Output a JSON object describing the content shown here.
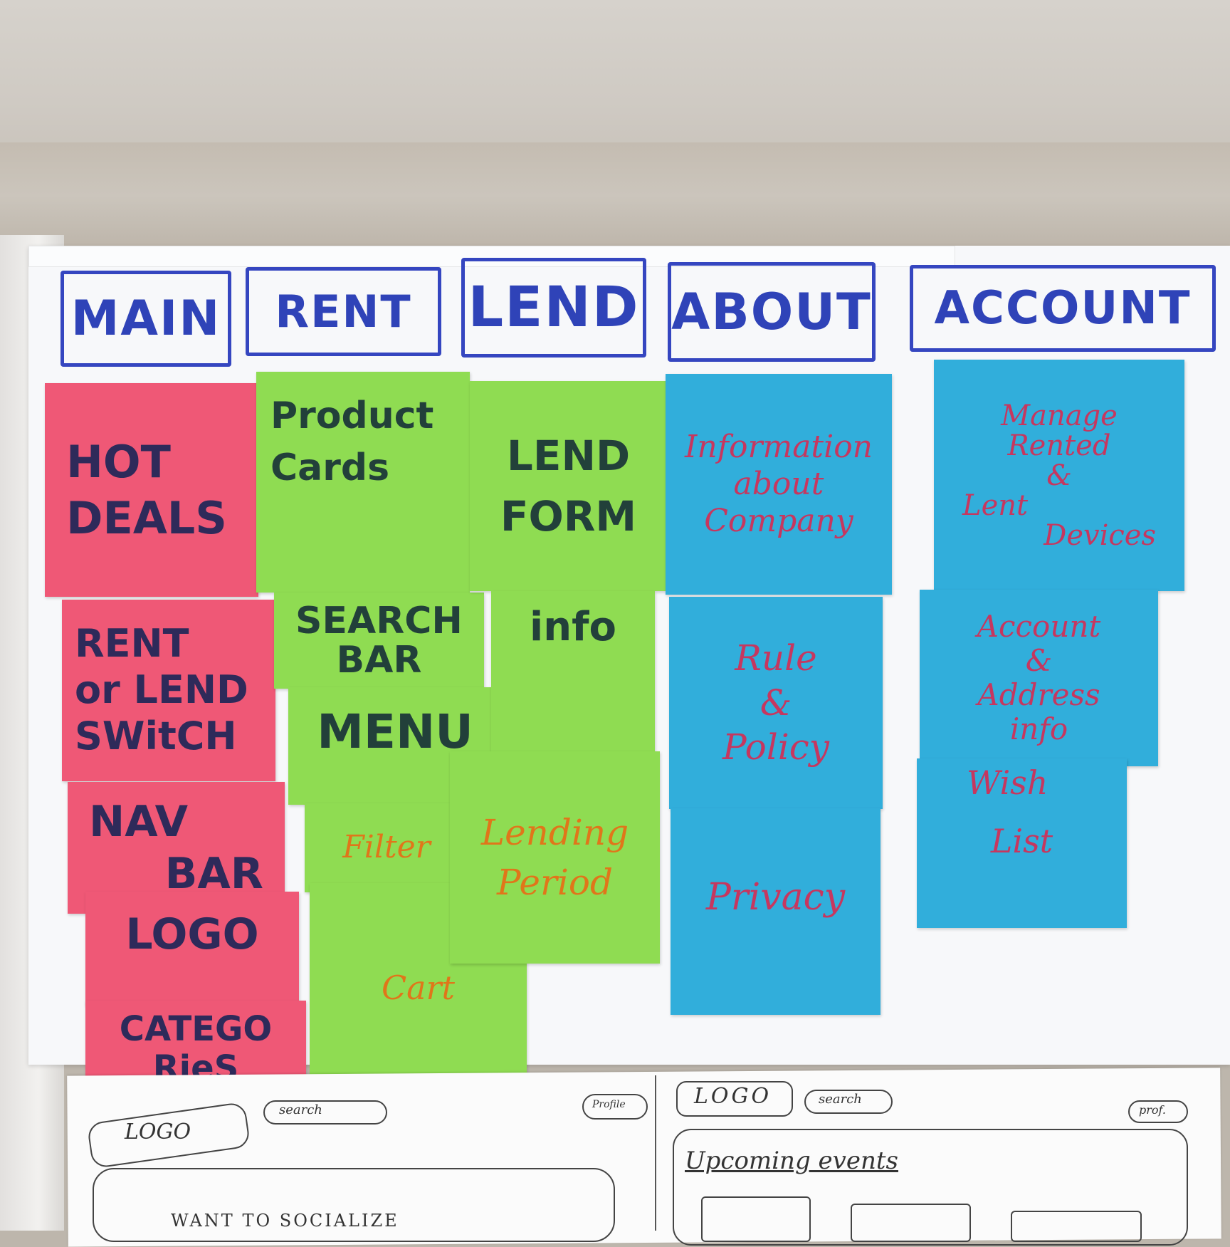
{
  "headers": [
    "MAIN",
    "RENT",
    "LEND",
    "ABOUT",
    "ACCOUNT"
  ],
  "notes": {
    "hot_deals": [
      "HOT",
      "DEALS"
    ],
    "rent_lend_switch": [
      "RENT",
      "or LEND",
      "SWitCH"
    ],
    "nav_bar": [
      "NAV",
      "BAR"
    ],
    "logo": "LOGO",
    "categories": [
      "CATEGO",
      "RieS"
    ],
    "product_cards": [
      "Product",
      "Cards"
    ],
    "search_bar": [
      "SEARCH",
      "BAR"
    ],
    "menu": "MENU",
    "filter": "Filter",
    "cart": "Cart",
    "lend_form": [
      "LEND",
      "FORM"
    ],
    "info": "info",
    "lending_period": [
      "Lending",
      "Period"
    ],
    "information_company": [
      "Information",
      "about",
      "Company"
    ],
    "rule_policy": [
      "Rule",
      "&",
      "Policy"
    ],
    "privacy": "Privacy",
    "manage_devices": [
      "Manage",
      "Rented",
      "&",
      "Lent",
      "Devices"
    ],
    "account_address": [
      "Account",
      "&",
      "Address",
      "info"
    ],
    "wish_list": [
      "Wish",
      "List"
    ]
  },
  "sketch": {
    "left_logo": "LOGO",
    "left_search": "search",
    "left_profile": "Profile",
    "left_caption": "WANT TO SOCIALIZE",
    "right_logo": "LOGO",
    "right_search": "search",
    "right_profile": "prof.",
    "right_caption": "Upcoming events"
  },
  "colors": {
    "pink": "#ef5876",
    "green": "#8fdc52",
    "blue": "#31aedb",
    "header_ink": "#3546c0"
  }
}
